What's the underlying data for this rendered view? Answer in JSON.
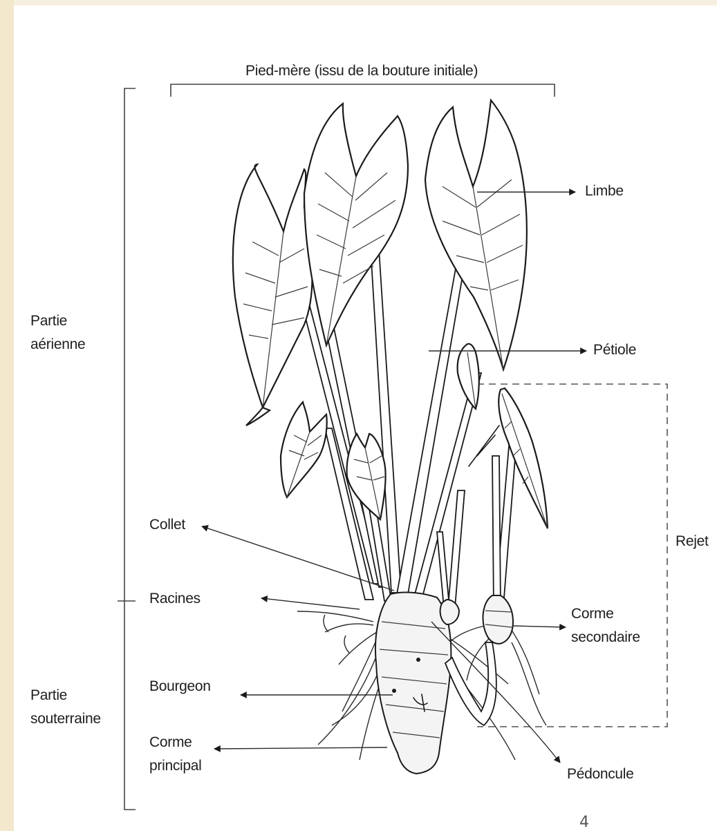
{
  "labels": {
    "pied_mere": "Pied-mère (issu de la bouture initiale)",
    "limbe": "Limbe",
    "petiole": "Pétiole",
    "partie_aerienne": [
      "Partie",
      "aérienne"
    ],
    "collet": "Collet",
    "rejet": "Rejet",
    "racines": "Racines",
    "corme_secondaire": [
      "Corme",
      "secondaire"
    ],
    "bourgeon": "Bourgeon",
    "partie_souterraine": [
      "Partie",
      "souterraine"
    ],
    "corme_principal": [
      "Corme",
      "principal"
    ],
    "pedoncule": "Pédoncule"
  },
  "page_number": "4",
  "colors": {
    "slide_background": "#f3e7cc",
    "panel_background": "#ffffff",
    "ink": "#1a1a1a"
  }
}
